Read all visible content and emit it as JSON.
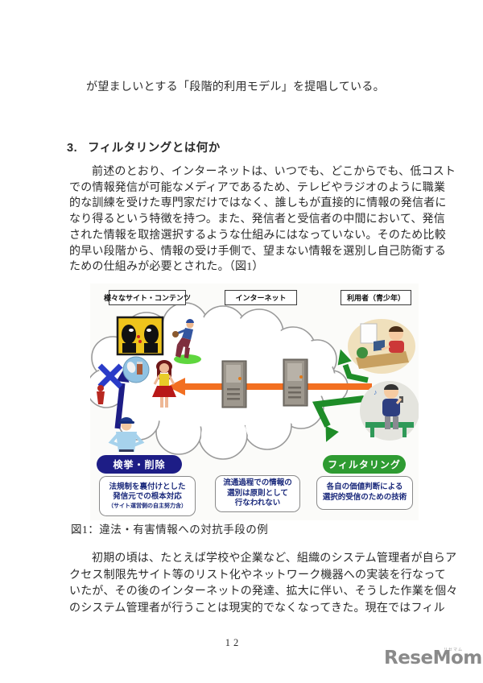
{
  "page": {
    "intro_line": "が望ましいとする「段階的利用モデル」を提唱している。",
    "heading_number": "3.",
    "heading_text": "フィルタリングとは何か",
    "paragraph1": [
      "前述のとおり、インターネットは、いつでも、どこからでも、低コスト",
      "での情報発信が可能なメディアであるため、テレビやラジオのように職業",
      "的な訓練を受けた専門家だけではなく、誰しもが直接的に情報の発信者に",
      "なり得るという特徴を持つ。また、発信者と受信者の中間において、発信",
      "された情報を取捨選択するような仕組みにはなっていない。そのため比較",
      "的早い段階から、情報の受け手側で、望まない情報を選別し自己防衛する",
      "ための仕組みが必要とされた。（図1）"
    ],
    "figure_caption": "図1：違法・有害情報への対抗手段の例",
    "paragraph2": [
      "初期の頃は、たとえば学校や企業など、組織のシステム管理者が自らア",
      "クセス制限先サイト等のリスト化やネットワーク機器への実装を行なって",
      "いたが、その後のインターネットの発達、拡大に伴い、そうした作業を個々",
      "のシステム管理者が行うことは現実的でなくなってきた。現在ではフィル"
    ],
    "page_number": "12"
  },
  "diagram": {
    "label_sites": "様々なサイト・コンテンツ",
    "label_internet": "インターネット",
    "label_users": "利用者（青少年）",
    "pill_enforcement": "検挙・削除",
    "pill_filtering": "フィルタリング",
    "note_enforcement": [
      "法規制を裏付けとした",
      "発信元での根本対応",
      "（サイト運営側の自主努力含）"
    ],
    "note_distribution": [
      "流通過程での情報の",
      "選別は原則として",
      "行なわれない"
    ],
    "note_filtering": [
      "各自の価値判断による",
      "選択的受信のための技術"
    ],
    "colors": {
      "navy": "#1d1d86",
      "green": "#2e9b32",
      "green2": "#1e8c28",
      "orange": "#f26f21"
    }
  },
  "footer": {
    "logo_text": "ReseMom.",
    "logo_ruby": "リセマム"
  }
}
